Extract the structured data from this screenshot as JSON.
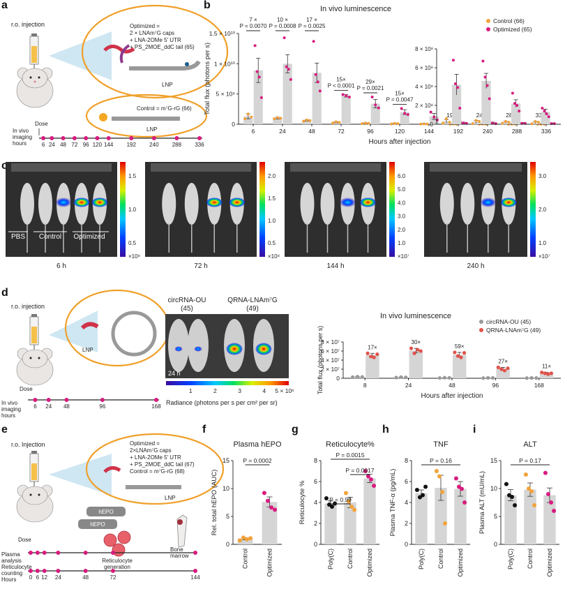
{
  "colors": {
    "control": "#f2a23a",
    "optimized": "#d81b7f",
    "circ": "#999999",
    "qrna": "#e0524a",
    "lnp": "#f0a02a",
    "bar": "#d5d5d5",
    "timeline": "#d81b7f"
  },
  "panels": {
    "a": {
      "letter": "a",
      "injection": "r.o. injection",
      "optimized_lines": [
        "Optimized =",
        "2 × LNAm⁷G caps",
        "+ LNA-2OMe 5′ UTR",
        "+ PS_2MOE_ddC tail (65)"
      ],
      "control_line": "Control = m⁷G-rG (66)",
      "lnp": "LNP",
      "lnp2": "LNP",
      "dose": "Dose",
      "timeline_label": [
        "In vivo",
        "imaging",
        "hours"
      ],
      "hours": [
        "6",
        "24",
        "48",
        "72",
        "96",
        "120",
        "144",
        "192",
        "240",
        "288",
        "336"
      ]
    },
    "b": {
      "letter": "b"
    },
    "c": {
      "letter": "c",
      "group_labels": [
        "PBS",
        "Control",
        "Optimized"
      ],
      "images": [
        {
          "time": "6 h",
          "scale_ticks": [
            "1.5",
            "1.0",
            "0.5"
          ],
          "unit": "×10⁸"
        },
        {
          "time": "72 h",
          "scale_ticks": [
            "2.0",
            "1.5",
            "1.0",
            "0.5"
          ],
          "unit": "×10⁸"
        },
        {
          "time": "144 h",
          "scale_ticks": [
            "6.0",
            "5.0",
            "4.0",
            "3.0",
            "2.0",
            "1.0"
          ],
          "unit": "×10⁷"
        },
        {
          "time": "240 h",
          "scale_ticks": [
            "3.0",
            "2.0",
            "1.0"
          ],
          "unit": "×10⁷"
        }
      ]
    },
    "d": {
      "letter": "d",
      "injection": "r.o. injection",
      "lnp": "LNP",
      "dose": "Dose",
      "timeline_label": [
        "In vivo",
        "imaging",
        "hours"
      ],
      "hours": [
        "6",
        "24",
        "48",
        "96",
        "168"
      ],
      "img_label_left": [
        "circRNA-OU",
        "(45)"
      ],
      "img_label_right": [
        "QRNA-LNAm⁷G",
        "(49)"
      ],
      "img_time": "24 h",
      "colorbar_ticks": [
        "1",
        "2",
        "3",
        "4",
        "5 × 10⁶"
      ],
      "colorbar_title": "Radiance (photons per s per cm² per sr)"
    },
    "e": {
      "letter": "e",
      "injection": "r.o. Injection",
      "optimized_lines": [
        "Optimized =",
        "2×LNAm⁷G caps",
        "+ LNA-2OMe 5′ UTR",
        "+ PS_2MOE_ddC tail (67)",
        "Control = m⁷G-rG (68)"
      ],
      "lnp": "LNP",
      "hepo": "hEPO",
      "reticulocyte": [
        "Reticulocyte",
        "generation"
      ],
      "bone": [
        "Bone",
        "marrow"
      ],
      "dose": "Dose",
      "timeline_label": [
        "Plasma",
        "analysis",
        "Reticulocyte",
        "counting",
        "Hours"
      ],
      "hours": [
        "0",
        "6",
        "12",
        "24",
        "48",
        "72",
        "144"
      ]
    },
    "f": {
      "letter": "f"
    },
    "g": {
      "letter": "g"
    },
    "h": {
      "letter": "h"
    },
    "i": {
      "letter": "i"
    }
  },
  "chart_data": [
    {
      "id": "b_left",
      "type": "bar",
      "title": "In vivo luminescence",
      "xlabel": "Hours after injection",
      "ylabel": "Total flux (photons per s)",
      "ylim": [
        0,
        15000000000
      ],
      "yticks": [
        0,
        5000000000,
        10000000000,
        15000000000
      ],
      "ytick_labels": [
        "0",
        "5 × 10⁹",
        "1 × 10¹⁰",
        "1.5 × 10¹⁰"
      ],
      "categories": [
        "6",
        "24",
        "48",
        "72",
        "96",
        "120",
        "144",
        "192",
        "240",
        "288",
        "336"
      ],
      "series": [
        {
          "name": "Control (66)",
          "values": [
            1300000000,
            1000000000,
            600000000,
            300000000,
            150000000,
            100000000,
            50000000,
            20000000,
            15000000,
            10000000,
            8000000
          ],
          "errors": [
            400000000,
            150000000,
            100000000,
            80000000,
            50000000,
            30000000,
            20000000,
            10000000,
            5000000,
            5000000,
            4000000
          ],
          "points": [
            [
              900000000,
              1700000000,
              1200000000
            ],
            [
              900000000,
              1100000000,
              1000000000
            ],
            [
              500000000,
              700000000,
              600000000
            ],
            [
              200000000,
              400000000,
              300000000
            ],
            [
              100000000,
              200000000,
              150000000
            ],
            [
              50000000,
              150000000,
              100000000
            ],
            [
              30000000,
              70000000,
              50000000
            ],
            [
              10000000,
              30000000,
              20000000
            ],
            [
              10000000,
              20000000,
              15000000
            ],
            [
              5000000,
              15000000,
              10000000
            ],
            [
              4000000,
              12000000,
              8000000
            ]
          ]
        },
        {
          "name": "Optimized (65)",
          "values": [
            8900000000,
            10000000000,
            8500000000,
            4700000000,
            3400000000,
            2000000000,
            1300000000,
            250000000,
            250000000,
            200000000,
            150000000
          ],
          "errors": [
            2000000000,
            1500000000,
            1600000000,
            200000000,
            700000000,
            400000000,
            500000000,
            100000000,
            100000000,
            80000000,
            60000000
          ],
          "points": [
            [
              13000000000,
              8700000000,
              7800000000,
              4400000000
            ],
            [
              14300000000,
              9500000000,
              9100000000,
              7400000000
            ],
            [
              13700000000,
              8200000000,
              7000000000,
              5500000000
            ],
            [
              4900000000,
              4700000000,
              4500000000
            ],
            [
              4500000000,
              3200000000,
              2700000000
            ],
            [
              2600000000,
              1800000000,
              1600000000
            ],
            [
              2000000000,
              1200000000,
              700000000
            ],
            [
              400000000,
              200000000,
              150000000
            ],
            [
              400000000,
              200000000,
              100000000
            ],
            [
              300000000,
              150000000,
              150000000
            ],
            [
              250000000,
              100000000,
              100000000
            ]
          ]
        }
      ],
      "annotations": [
        {
          "from": "6",
          "lines": [
            "7 ×",
            "P = 0.0070"
          ]
        },
        {
          "from": "24",
          "lines": [
            "10 ×",
            "P = 0.0008"
          ]
        },
        {
          "from": "48",
          "lines": [
            "17 ×",
            "P = 0.0025"
          ]
        },
        {
          "from": "72",
          "lines": [
            "15×",
            "P < 0.0001"
          ]
        },
        {
          "from": "96",
          "lines": [
            "29×",
            "P = 0.0021"
          ]
        },
        {
          "from": "120",
          "lines": [
            "15×",
            "P = 0.0047"
          ]
        }
      ]
    },
    {
      "id": "b_inset",
      "type": "bar",
      "ylim": [
        0,
        800000000
      ],
      "yticks": [
        0,
        200000000,
        400000000,
        600000000,
        800000000
      ],
      "ytick_labels": [
        "0",
        "2 × 10⁸",
        "4 × 10⁸",
        "6 × 10⁸",
        "8 × 10⁸"
      ],
      "categories": [
        "192",
        "240",
        "288",
        "336"
      ],
      "series": [
        {
          "name": "Control (66)",
          "values": [
            30000000,
            25000000,
            20000000,
            18000000
          ],
          "errors": [
            20000000,
            15000000,
            10000000,
            10000000
          ],
          "points": [
            [
              10000000,
              60000000,
              20000000
            ],
            [
              5000000,
              40000000,
              30000000
            ],
            [
              10000000,
              30000000,
              20000000
            ],
            [
              5000000,
              30000000,
              20000000
            ]
          ]
        },
        {
          "name": "Optimized (65)",
          "values": [
            420000000,
            460000000,
            220000000,
            130000000
          ],
          "errors": [
            110000000,
            80000000,
            40000000,
            30000000
          ],
          "points": [
            [
              680000000,
              430000000,
              390000000,
              170000000
            ],
            [
              670000000,
              500000000,
              410000000,
              270000000
            ],
            [
              330000000,
              220000000,
              200000000,
              140000000
            ],
            [
              170000000,
              140000000,
              110000000,
              80000000
            ]
          ]
        }
      ],
      "legend": [
        "Control (66)",
        "Optimized (65)"
      ]
    },
    {
      "id": "d",
      "type": "bar",
      "title": "In vivo luminescence",
      "xlabel": "Hours after injection",
      "ylabel": "Total flux (photons per s)",
      "ylim": [
        0,
        80000000
      ],
      "yticks": [
        0,
        20000000,
        40000000,
        60000000,
        80000000
      ],
      "ytick_labels": [
        "0",
        "2 × 10⁷",
        "4 × 10⁷",
        "6 × 10⁷",
        "8 × 10⁷"
      ],
      "categories": [
        "8",
        "24",
        "48",
        "96",
        "168"
      ],
      "series": [
        {
          "name": "circRNA-OU (45)",
          "values": [
            3000000,
            2000000,
            1000000,
            800000,
            600000
          ],
          "errors": [
            500000,
            400000,
            300000,
            200000,
            200000
          ],
          "points": [
            [
              2500000,
              3500000,
              3000000
            ],
            [
              1500000,
              2500000,
              2000000
            ],
            [
              700000,
              1300000,
              1000000
            ],
            [
              500000,
              1000000,
              800000
            ],
            [
              400000,
              800000,
              600000
            ]
          ]
        },
        {
          "name": "QRNA-LNAm⁷G (49)",
          "values": [
            51000000,
            61000000,
            52000000,
            21000000,
            11000000
          ],
          "errors": [
            4000000,
            5000000,
            5000000,
            3000000,
            2000000
          ],
          "points": [
            [
              55000000,
              48000000,
              46000000,
              53000000
            ],
            [
              66000000,
              55000000,
              63000000,
              60000000
            ],
            [
              57000000,
              49000000,
              46000000,
              56000000
            ],
            [
              24000000,
              20000000,
              17000000,
              22000000
            ],
            [
              13000000,
              11000000,
              9000000,
              11000000
            ]
          ]
        }
      ],
      "fold": [
        "17×",
        "30×",
        "59×",
        "27×",
        "11×"
      ],
      "legend": [
        "circRNA-OU (45)",
        "QRNA-LNAm⁷G (49)"
      ]
    },
    {
      "id": "f",
      "type": "bar",
      "title": "Plasma hEPO",
      "ylabel": "Rel. total hEPO (AUC)",
      "ylim": [
        0,
        15
      ],
      "yticks": [
        0,
        5,
        10,
        15
      ],
      "ytick_labels": [
        "0",
        "5",
        "10",
        "15"
      ],
      "categories": [
        "Control",
        "Optimized"
      ],
      "values": [
        1.0,
        7.6
      ],
      "errors": [
        0.2,
        0.9
      ],
      "point_colors": [
        "#f2a23a",
        "#d81b7f"
      ],
      "points": [
        [
          0.7,
          1.2,
          0.9,
          1.1
        ],
        [
          9.2,
          7.8,
          6.6,
          6.2
        ]
      ],
      "pvalues": [
        {
          "pair": [
            0,
            1
          ],
          "text": "P = 0.0002"
        }
      ]
    },
    {
      "id": "g",
      "type": "bar",
      "title": "Reticulocyte%",
      "ylabel": "Reticulocyte %",
      "ylim": [
        0,
        8
      ],
      "yticks": [
        0,
        2,
        4,
        6,
        8
      ],
      "ytick_labels": [
        "0",
        "2",
        "4",
        "6",
        "8"
      ],
      "categories": [
        "Poly(C)",
        "Control",
        "Optimized"
      ],
      "values": [
        3.9,
        4.0,
        6.3
      ],
      "errors": [
        0.25,
        0.5,
        0.4
      ],
      "point_colors": [
        "#111111",
        "#f2a23a",
        "#d81b7f"
      ],
      "points": [
        [
          4.4,
          3.8,
          3.6,
          3.9
        ],
        [
          4.9,
          4.1,
          3.6,
          3.3
        ],
        [
          7.0,
          6.5,
          6.2,
          5.6
        ]
      ],
      "pvalues": [
        {
          "pair": [
            0,
            1
          ],
          "text": "P = 0.99"
        },
        {
          "pair": [
            1,
            2
          ],
          "text": "P = 0.0017"
        },
        {
          "pair": [
            0,
            2
          ],
          "text": "P = 0.0015"
        }
      ]
    },
    {
      "id": "h",
      "type": "bar",
      "title": "TNF",
      "ylabel": "Plasma TNF-α (pg/mL)",
      "ylim": [
        0,
        8
      ],
      "yticks": [
        0,
        2,
        4,
        6,
        8
      ],
      "ytick_labels": [
        "0",
        "2",
        "4",
        "6",
        "8"
      ],
      "categories": [
        "Poly(C)",
        "Control",
        "Optimized"
      ],
      "values": [
        4.9,
        5.4,
        5.3
      ],
      "errors": [
        0.3,
        1.2,
        0.7
      ],
      "point_colors": [
        "#111111",
        "#f2a23a",
        "#d81b7f"
      ],
      "points": [
        [
          5.2,
          4.5,
          4.7,
          5.5
        ],
        [
          7.0,
          6.5,
          5.0,
          2.0
        ],
        [
          6.3,
          5.5,
          5.3,
          4.0
        ]
      ],
      "pvalues": [
        {
          "pair": [
            0,
            2
          ],
          "text": "P = 0.16"
        }
      ]
    },
    {
      "id": "i",
      "type": "bar",
      "title": "ALT",
      "ylabel": "Plasma ALT (mU/mL)",
      "ylim": [
        0,
        15
      ],
      "yticks": [
        0,
        5,
        10,
        15
      ],
      "ytick_labels": [
        "0",
        "5",
        "10",
        "15"
      ],
      "categories": [
        "Poly(C)",
        "Control",
        "Optimized"
      ],
      "values": [
        8.8,
        9.8,
        8.8
      ],
      "errors": [
        1.0,
        1.2,
        1.3
      ],
      "point_colors": [
        "#111111",
        "#f2a23a",
        "#d81b7f"
      ],
      "points": [
        [
          10.8,
          8.8,
          8.5,
          7.0
        ],
        [
          12.5,
          10.0,
          9.5,
          7.0
        ],
        [
          12.8,
          9.0,
          7.5,
          6.0
        ]
      ],
      "pvalues": [
        {
          "pair": [
            0,
            2
          ],
          "text": "P = 0.17"
        }
      ]
    }
  ]
}
